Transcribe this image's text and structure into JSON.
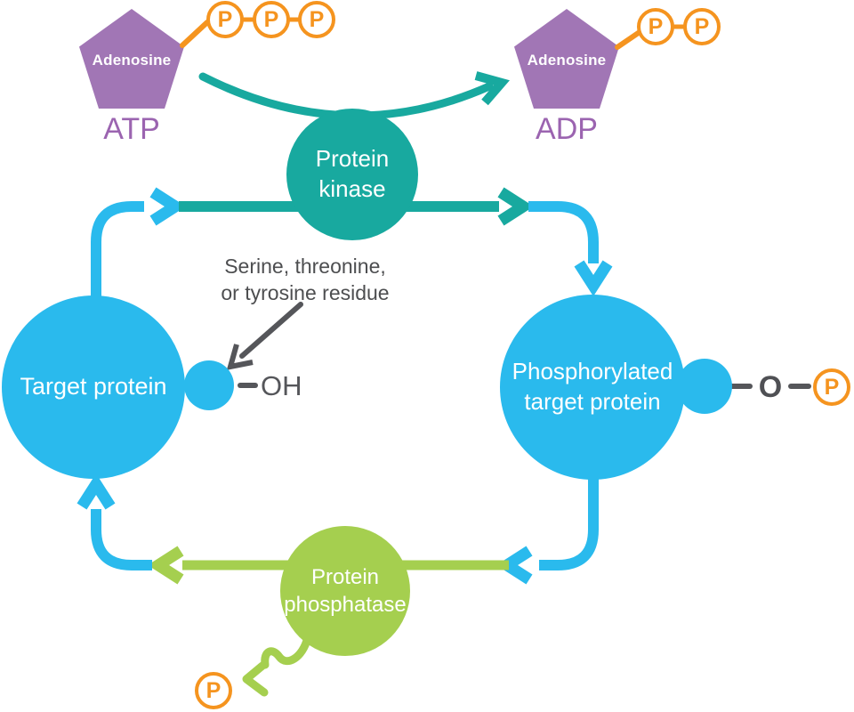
{
  "atp": {
    "adenosine_label": "Adenosine",
    "name": "ATP",
    "phosphates": [
      "P",
      "P",
      "P"
    ]
  },
  "adp": {
    "adenosine_label": "Adenosine",
    "name": "ADP",
    "phosphates": [
      "P",
      "P"
    ]
  },
  "protein_kinase": {
    "label_line1": "Protein",
    "label_line2": "kinase"
  },
  "protein_phosphatase": {
    "label_line1": "Protein",
    "label_line2": "phosphatase"
  },
  "target_protein": {
    "label": "Target protein",
    "hydroxyl_label": "OH"
  },
  "phosphorylated_target_protein": {
    "label_line1": "Phosphorylated",
    "label_line2": "target protein",
    "oxygen_label": "O",
    "phosphate_label": "P"
  },
  "annotation": {
    "line1": "Serine, threonine,",
    "line2": "or tyrosine residue"
  },
  "released_phosphate": {
    "label": "P"
  },
  "palette": {
    "blue": "#2abaed",
    "teal": "#18a99f",
    "green": "#a5cf4f",
    "purple": "#a176b5",
    "purple_text": "#9b64b0",
    "orange": "#f5941f",
    "gray": "#55565a"
  }
}
